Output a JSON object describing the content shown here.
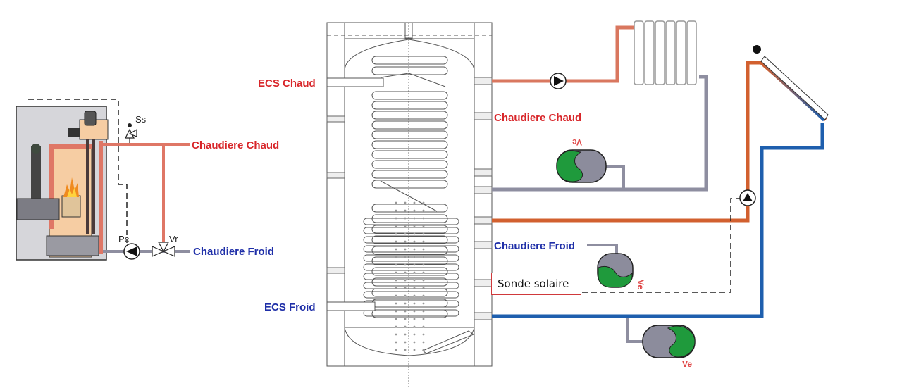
{
  "diagram": {
    "title": "Schéma chaudière + ballon solaire",
    "labels": {
      "boiler_hot": "Chaudiere Chaud",
      "boiler_cold": "Chaudiere Froid",
      "ecs_hot": "ECS Chaud",
      "ecs_cold": "ECS Froid",
      "tank_boiler_hot": "Chaudiere Chaud",
      "tank_boiler_cold": "Chaudiere Froid",
      "solar_probe": "Sonde solaire",
      "safety_valve": "Ss",
      "pump_circulator": "Pc",
      "mixing_valve": "Vr",
      "expansion_vessel_heating": "Ve",
      "expansion_vessel_boiler": "Ve",
      "expansion_vessel_solar": "Ve"
    },
    "components": [
      {
        "id": "pellet-boiler",
        "icon": "boiler-icon"
      },
      {
        "id": "storage-tank",
        "icon": "tank-icon"
      },
      {
        "id": "radiator",
        "icon": "radiator-icon"
      },
      {
        "id": "solar-collector",
        "icon": "solar-panel-icon"
      },
      {
        "id": "pump-heating",
        "icon": "pump-icon"
      },
      {
        "id": "pump-solar",
        "icon": "pump-icon"
      },
      {
        "id": "pump-boiler",
        "icon": "pump-icon"
      }
    ],
    "colors": {
      "hot_pipe": "#d9775f",
      "solar_hot_pipe": "#d2602f",
      "cold_pipe": "#1e5fae",
      "return_pipe": "#8e8ea0",
      "hot_text": "#d8262a",
      "cold_text": "#1f2fa8",
      "vessel_green": "#1f9a3c",
      "vessel_grey": "#8c8c9c",
      "probe_border": "#d0393b"
    }
  }
}
